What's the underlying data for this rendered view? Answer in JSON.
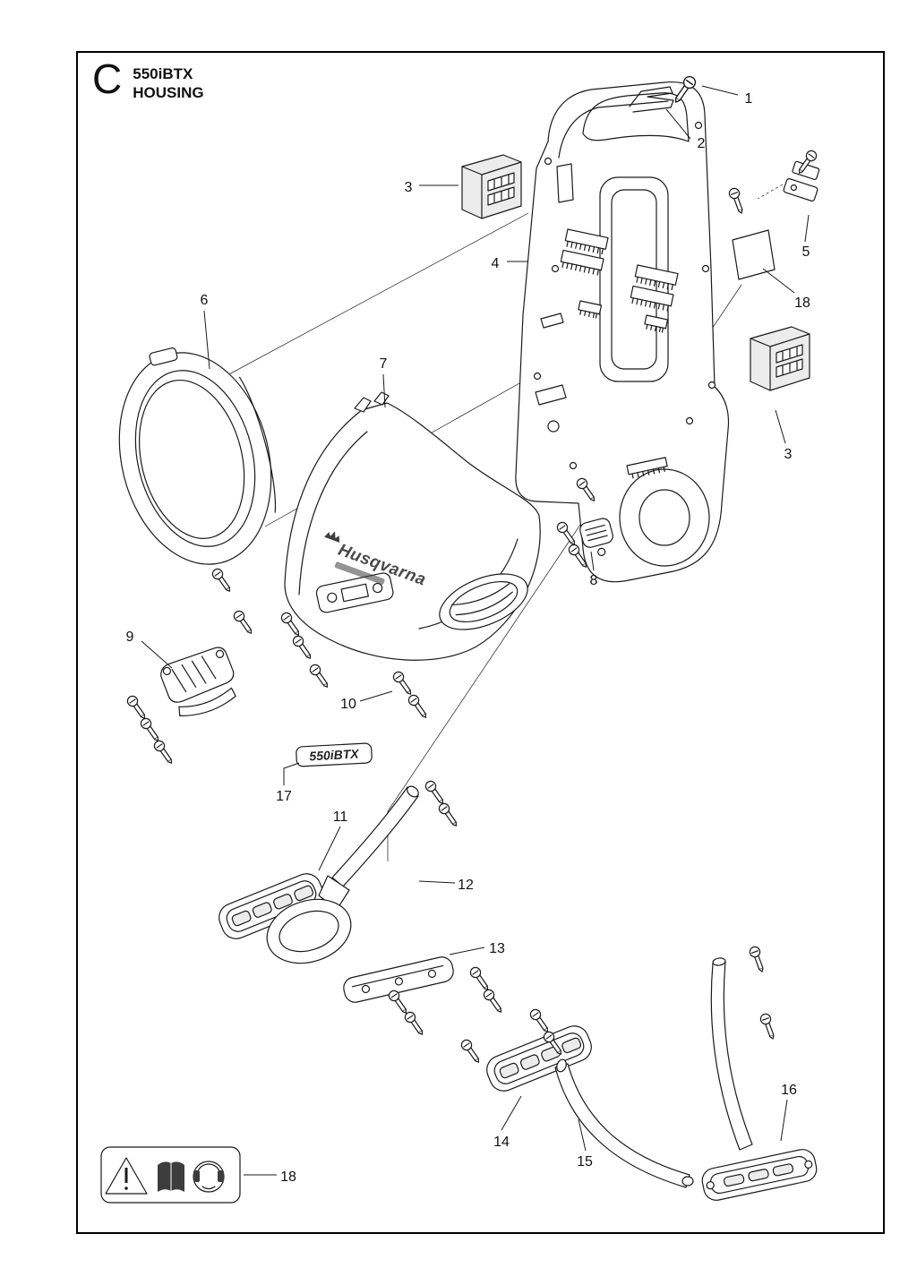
{
  "header": {
    "section_letter": "C",
    "model": "550iBTX",
    "title": "HOUSING"
  },
  "callouts": [
    {
      "label": "1"
    },
    {
      "label": "2"
    },
    {
      "label": "3"
    },
    {
      "label": "4"
    },
    {
      "label": "5"
    },
    {
      "label": "18"
    },
    {
      "label": "6"
    },
    {
      "label": "7"
    },
    {
      "label": "3"
    },
    {
      "label": "8"
    },
    {
      "label": "9"
    },
    {
      "label": "10"
    },
    {
      "label": "17"
    },
    {
      "label": "11"
    },
    {
      "label": "12"
    },
    {
      "label": "13"
    },
    {
      "label": "14"
    },
    {
      "label": "15"
    },
    {
      "label": "16"
    },
    {
      "label": "18"
    }
  ],
  "decals": {
    "model_decal": "550iBTX",
    "brand": "Husqvarna"
  },
  "warning_label": {
    "icons": [
      "warning-triangle",
      "read-instruction-manual",
      "ear-protection"
    ]
  },
  "colors": {
    "line": "#1a1a1a",
    "shade": "#ececec",
    "dark": "#3d3d3d",
    "background": "#ffffff"
  }
}
